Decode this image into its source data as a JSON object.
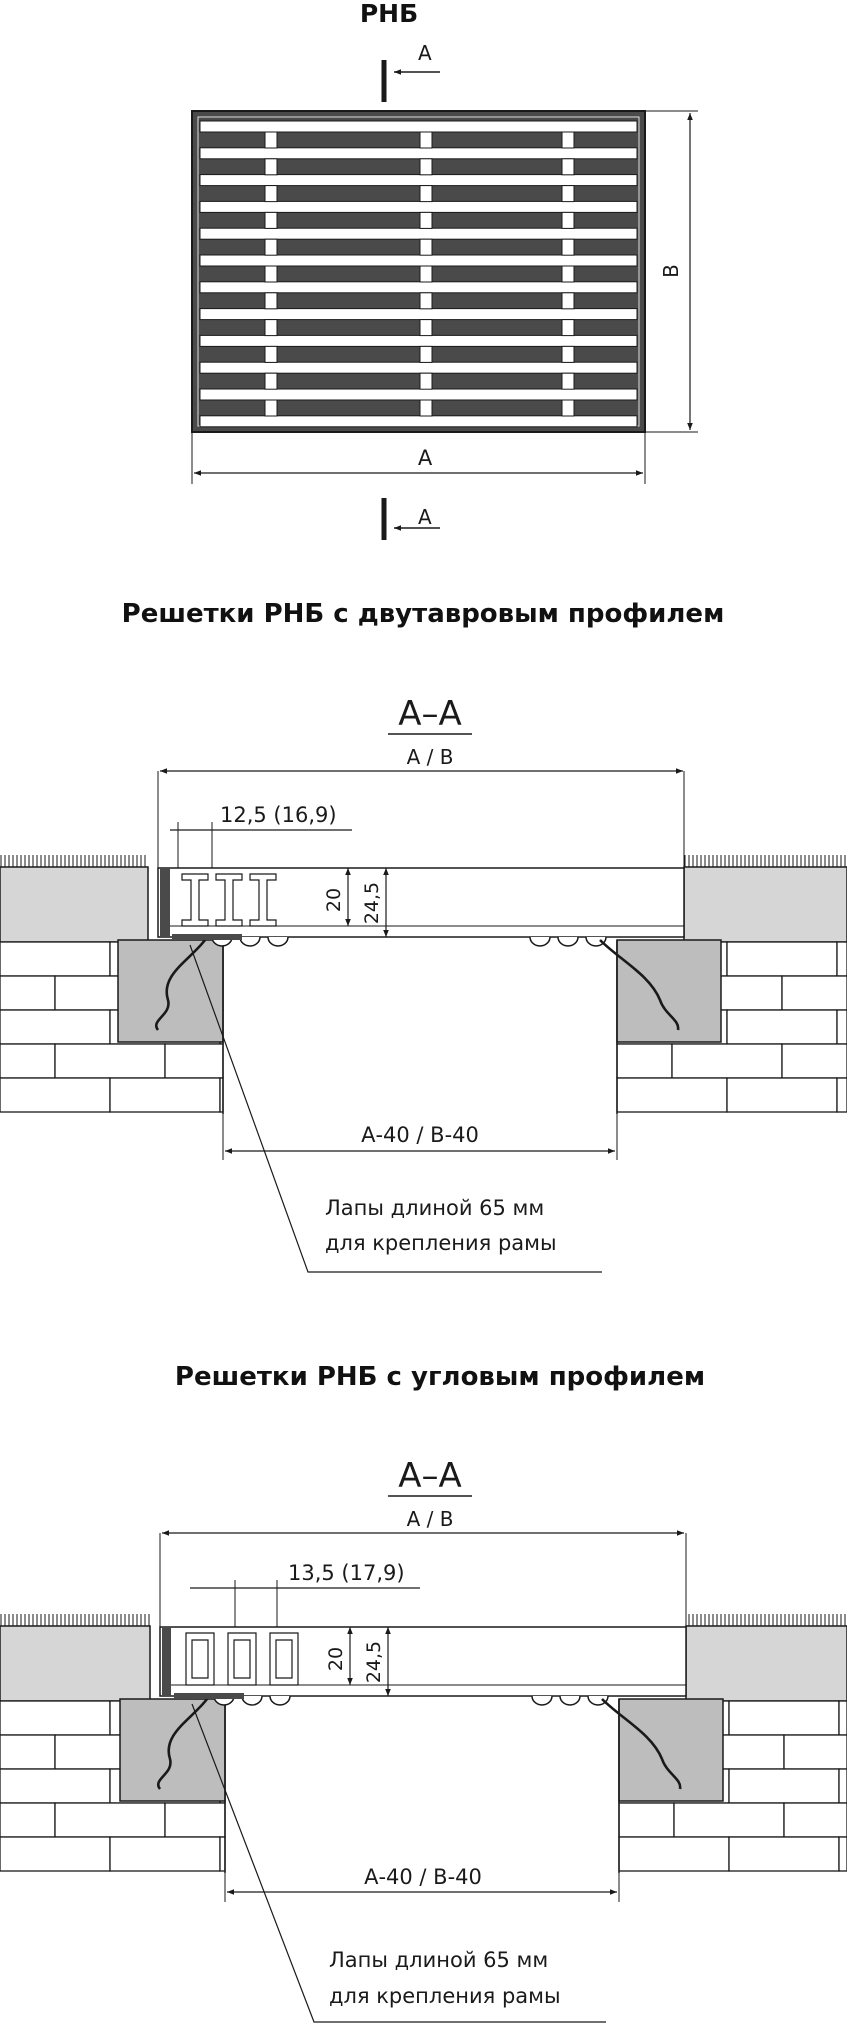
{
  "top_view": {
    "title": "РНБ",
    "section_marker": "А",
    "dim_width": "А",
    "dim_height": "В"
  },
  "section1": {
    "title": "Решетки РНБ с двутавровым профилем",
    "section_label": "А–А",
    "overall_dim": "А / В",
    "pitch_dim": "12,5 (16,9)",
    "h1": "20",
    "h2": "24,5",
    "opening_dim": "А-40 / В-40",
    "note_line1": "Лапы длиной 65 мм",
    "note_line2": "для крепления рамы"
  },
  "section2": {
    "title": "Решетки РНБ с угловым профилем",
    "section_label": "А–А",
    "overall_dim": "А / В",
    "pitch_dim": "13,5 (17,9)",
    "h1": "20",
    "h2": "24,5",
    "opening_dim": "А-40 / В-40",
    "note_line1": "Лапы длиной 65 мм",
    "note_line2": "для крепления рамы"
  },
  "colors": {
    "line": "#1a1a1a",
    "frame_dark": "#4a4a4a",
    "wall_grey": "#c4c4c4",
    "block_grey": "#bdbdbd",
    "slab_grey": "#d6d6d6"
  }
}
